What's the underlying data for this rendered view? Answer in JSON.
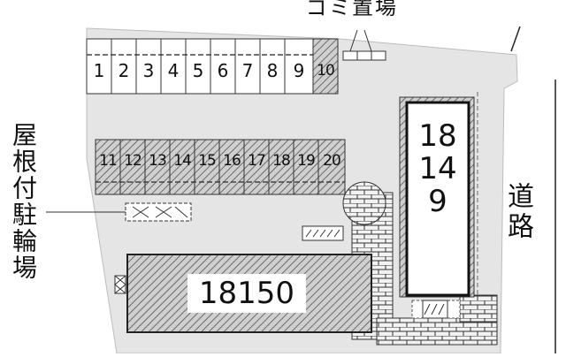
{
  "map": {
    "labels": {
      "garbage_area": "ゴミ置場",
      "covered_bicycle_parking": "屋根付駐輪場",
      "road": "道路",
      "building_main": "18150",
      "building_side": "18149"
    },
    "parking_row_top": [
      "1",
      "2",
      "3",
      "4",
      "5",
      "6",
      "7",
      "8",
      "9",
      "10"
    ],
    "parking_row_middle": [
      "11",
      "12",
      "13",
      "14",
      "15",
      "16",
      "17",
      "18",
      "19",
      "20"
    ],
    "colors": {
      "lot": "#e5e5e5",
      "building_fill": "#b8b8b8",
      "outline": "#222222",
      "background": "#ffffff"
    }
  }
}
